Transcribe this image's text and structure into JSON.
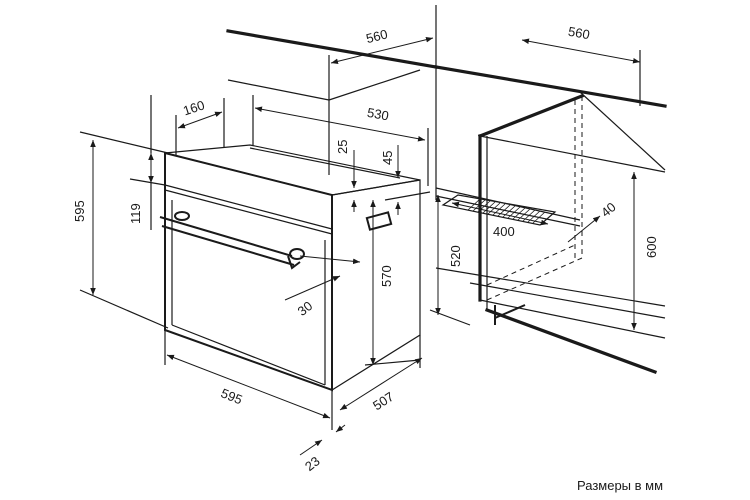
{
  "diagram": {
    "dimensions": {
      "d560_top": "560",
      "d560_right": "560",
      "d160": "160",
      "d530": "530",
      "d595_height": "595",
      "d119": "119",
      "d25": "25",
      "d45": "45",
      "d570": "570",
      "d520": "520",
      "d400": "400",
      "d40": "40",
      "d600": "600",
      "d30": "30",
      "d595_width": "595",
      "d507": "507",
      "d23": "23"
    },
    "caption": "Размеры в мм"
  }
}
